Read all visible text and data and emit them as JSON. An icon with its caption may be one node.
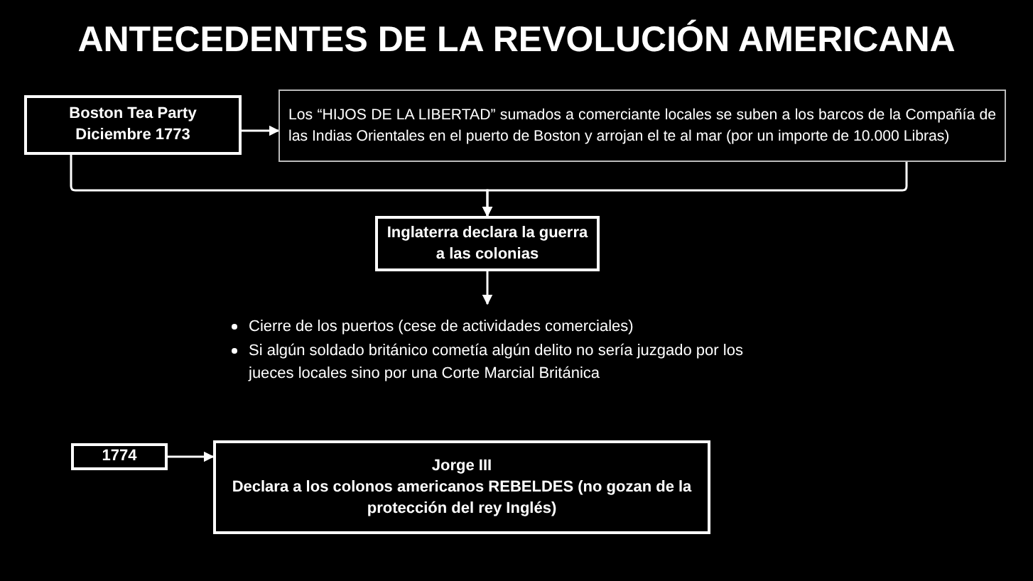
{
  "diagram": {
    "title": "ANTECEDENTES DE LA REVOLUCIÓN AMERICANA",
    "nodes": [
      {
        "text": [
          "Boston Tea Party Diciembre 1773"
        ]
      },
      {
        "text": [
          "Los “HIJOS DE LA LIBERTAD” sumados a comerciante locales se suben a los barcos de la Compañía de las Indias Orientales en el puerto de Boston y arrojan el te al mar (por un importe de 10.000 Libras)"
        ]
      },
      {
        "text": [
          "Inglaterra declara la guerra a las colonias"
        ]
      },
      {
        "text": [
          "Cierre de los puertos (cese de actividades comerciales)",
          "Si algún soldado británico cometía algún delito no sería juzgado por los jueces locales sino por una Corte Marcial Británica"
        ]
      },
      {
        "text": [
          "1774"
        ]
      },
      {
        "text": [
          "Jorge III",
          "Declara a los colonos americanos REBELDES (no gozan de la protección del rey Inglés)"
        ]
      }
    ],
    "edges": [
      {
        "from": 0,
        "to": 1,
        "arrow": "to"
      },
      {
        "from": 0,
        "to": 2,
        "arrow": "to"
      },
      {
        "from": 1,
        "to": 2,
        "arrow": "to"
      },
      {
        "from": 2,
        "to": 3,
        "arrow": "to"
      },
      {
        "from": 4,
        "to": 5,
        "arrow": "to"
      }
    ]
  }
}
